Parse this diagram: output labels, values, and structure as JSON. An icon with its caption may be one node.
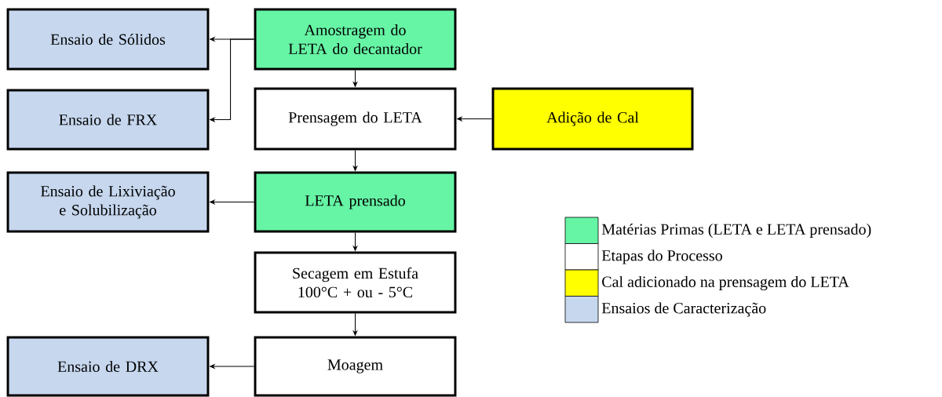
{
  "diagram": {
    "nodes": [
      {
        "text": [
          "Amostragem do LETA do decantador"
        ]
      },
      {
        "text": [
          "Ensaio de Sólidos"
        ]
      },
      {
        "text": [
          "Ensaio de FRX"
        ]
      },
      {
        "text": [
          "Prensagem do LETA"
        ]
      },
      {
        "text": [
          "Adição de Cal"
        ]
      },
      {
        "text": [
          "Ensaio de Lixiviação e Solubilização"
        ]
      },
      {
        "text": [
          "LETA prensado"
        ]
      },
      {
        "text": [
          "Secagem em Estufa 100°C + ou - 5°C"
        ]
      },
      {
        "text": [
          "Ensaio de DRX"
        ]
      },
      {
        "text": [
          "Moagem"
        ]
      }
    ],
    "edges": [
      {
        "from": 0,
        "to": 1,
        "arrow": "to"
      },
      {
        "from": 0,
        "to": 2,
        "arrow": "to"
      },
      {
        "from": 0,
        "to": 3,
        "arrow": "to"
      },
      {
        "from": 4,
        "to": 3,
        "arrow": "to"
      },
      {
        "from": 3,
        "to": 6,
        "arrow": "to"
      },
      {
        "from": 6,
        "to": 5,
        "arrow": "to"
      },
      {
        "from": 6,
        "to": 7,
        "arrow": "to"
      },
      {
        "from": 7,
        "to": 9,
        "arrow": "to"
      },
      {
        "from": 9,
        "to": 8,
        "arrow": "to"
      }
    ],
    "legend": [
      {
        "text": "Matérias Primas (LETA e LETA prensado)",
        "color": "#66f5a5"
      },
      {
        "text": "Etapas do Processo",
        "color": "#ffffff"
      },
      {
        "text": "Cal adicionado na prensagem do LETA",
        "color": "#ffff00"
      },
      {
        "text": "Ensaios de Caracterização",
        "color": "#c6d7ee"
      }
    ]
  }
}
